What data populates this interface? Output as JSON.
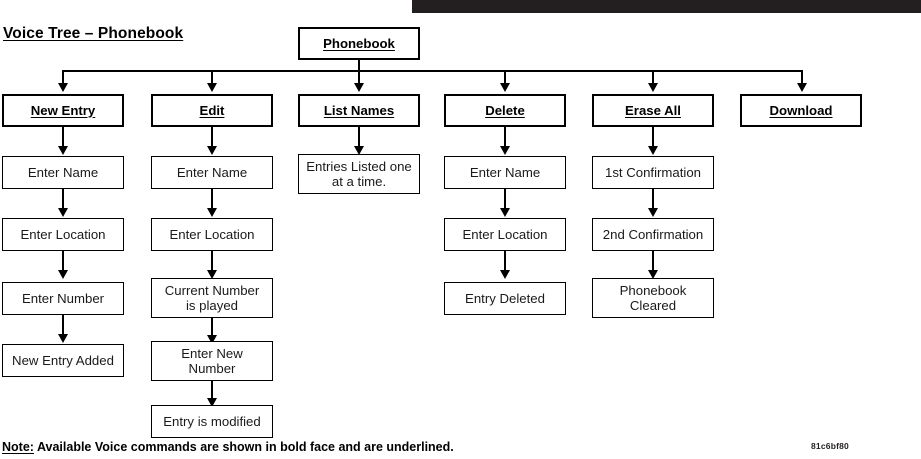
{
  "document": {
    "title": "Voice Tree – Phonebook",
    "footer_note_lead": "Note:",
    "footer_note_text": " Available Voice commands are shown in bold face and are underlined.",
    "doc_code": "81c6bf80",
    "top_bar_color": "#231f20",
    "line_color": "#000000",
    "background_color": "#ffffff"
  },
  "chart_data": {
    "type": "diagram",
    "title": "Voice Tree – Phonebook",
    "root": "Phonebook",
    "branches": [
      {
        "command": "New Entry",
        "steps": [
          "Enter Name",
          "Enter Location",
          "Enter Number",
          "New Entry Added"
        ]
      },
      {
        "command": "Edit",
        "steps": [
          "Enter Name",
          "Enter Location",
          "Current Number is played",
          "Enter New Number",
          "Entry is modified"
        ]
      },
      {
        "command": "List Names",
        "steps": [
          "Entries Listed one at a time."
        ]
      },
      {
        "command": "Delete",
        "steps": [
          "Enter Name",
          "Enter Location",
          "Entry Deleted"
        ]
      },
      {
        "command": "Erase All",
        "steps": [
          "1st Confirmation",
          "2nd Confirmation",
          "Phonebook Cleared"
        ]
      },
      {
        "command": "Download",
        "steps": []
      }
    ]
  },
  "nodes": {
    "root": {
      "label": "Phonebook"
    },
    "col1": {
      "head": {
        "label": "New Entry"
      },
      "s1": {
        "label": "Enter Name"
      },
      "s2": {
        "label": "Enter Location"
      },
      "s3": {
        "label": "Enter Number"
      },
      "s4": {
        "label": "New Entry Added"
      }
    },
    "col2": {
      "head": {
        "label": "Edit"
      },
      "s1": {
        "label": "Enter Name"
      },
      "s2": {
        "label": "Enter Location"
      },
      "s3_line1": {
        "label": "Current Number"
      },
      "s3_line2": {
        "label": "is played"
      },
      "s4_line1": {
        "label": "Enter New"
      },
      "s4_line2": {
        "label": "Number"
      },
      "s5": {
        "label": "Entry is modified"
      }
    },
    "col3": {
      "head": {
        "label": "List Names"
      },
      "s1_line1": {
        "label": "Entries Listed one"
      },
      "s1_line2": {
        "label": "at a time."
      }
    },
    "col4": {
      "head": {
        "label": "Delete"
      },
      "s1": {
        "label": "Enter Name"
      },
      "s2": {
        "label": "Enter Location"
      },
      "s3": {
        "label": "Entry Deleted"
      }
    },
    "col5": {
      "head": {
        "label": "Erase All"
      },
      "s1": {
        "label": "1st Confirmation"
      },
      "s2": {
        "label": "2nd Confirmation"
      },
      "s3_line1": {
        "label": "Phonebook"
      },
      "s3_line2": {
        "label": "Cleared"
      }
    },
    "col6": {
      "head": {
        "label": "Download"
      }
    }
  }
}
